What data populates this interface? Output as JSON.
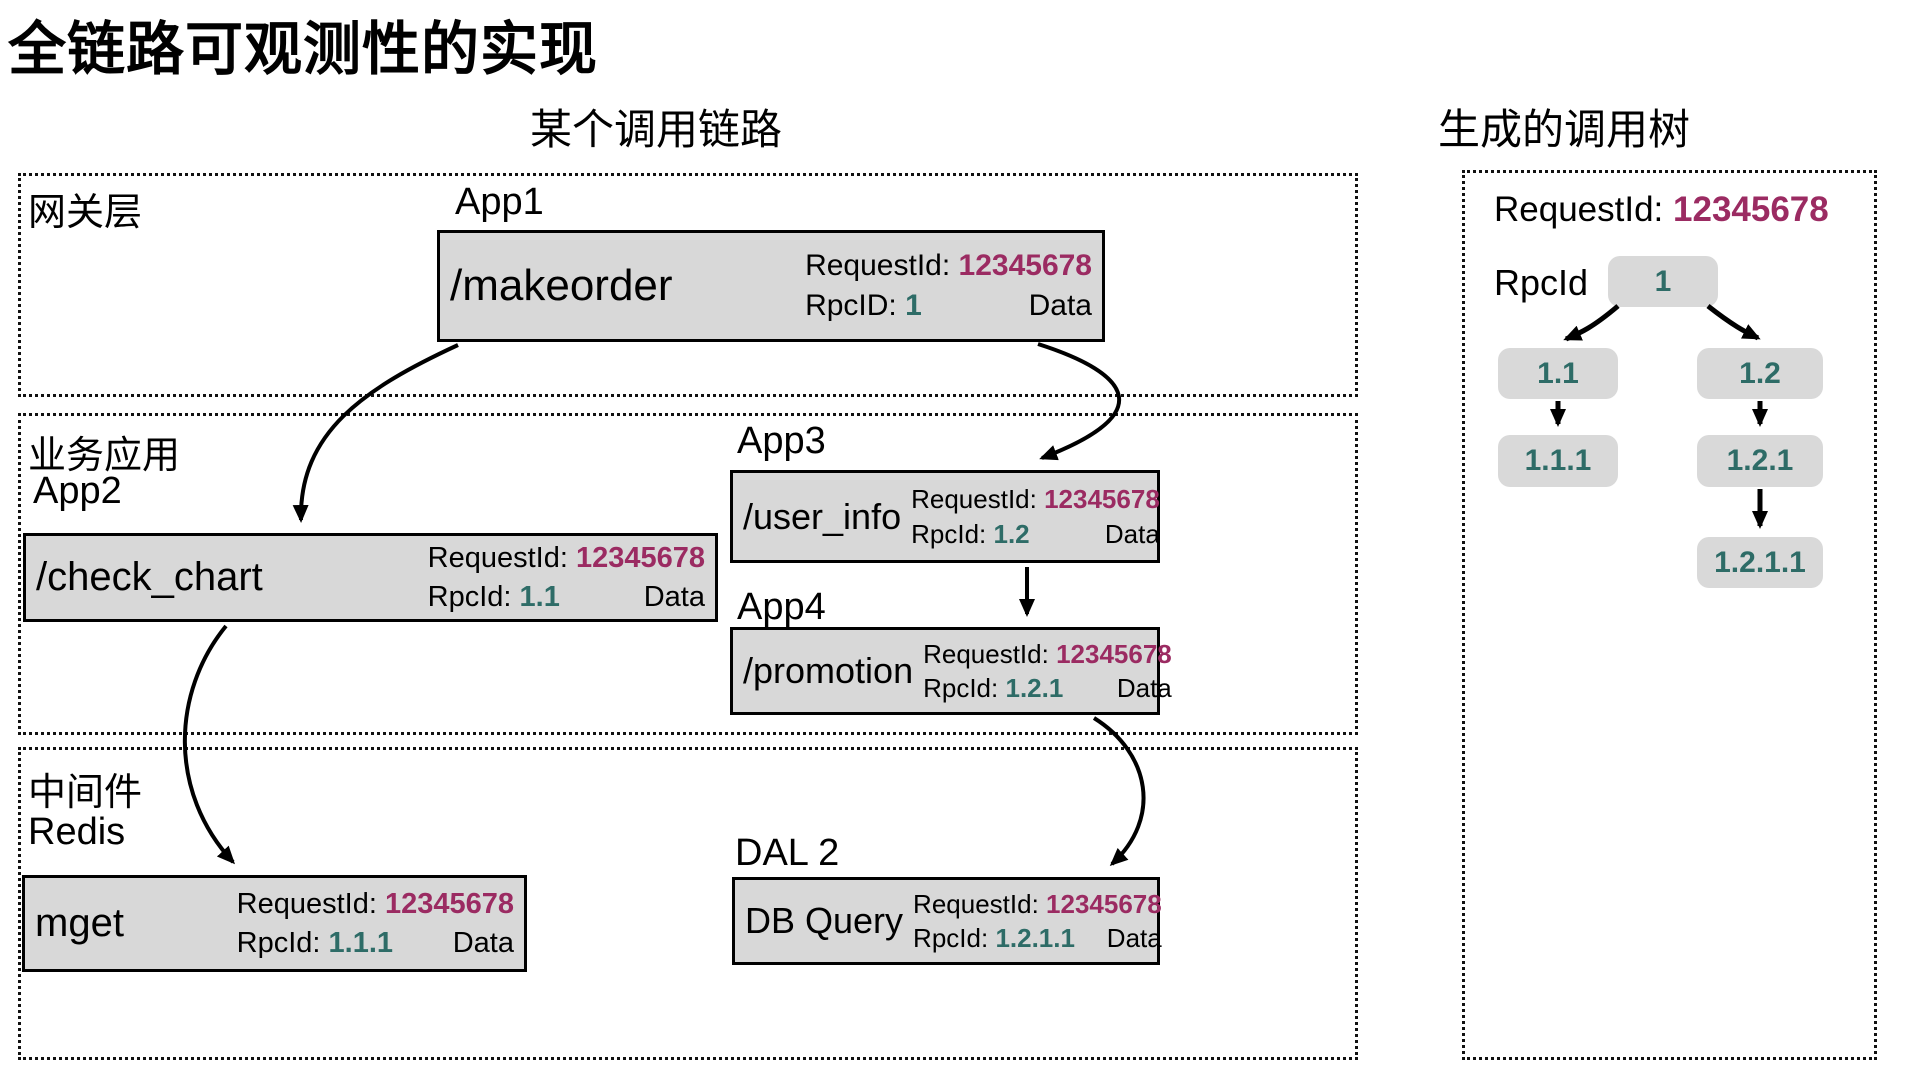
{
  "title": "全链路可观测性的实现",
  "subtitles": {
    "left": "某个调用链路",
    "right": "生成的调用树"
  },
  "layer_labels": {
    "gateway": "网关层",
    "business": "业务应用",
    "middleware": "中间件"
  },
  "app_labels": {
    "app1": "App1",
    "app2": "App2",
    "app3": "App3",
    "app4": "App4",
    "redis": "Redis",
    "dal": "DAL 2"
  },
  "boxes": {
    "app1": {
      "endpoint": "/makeorder",
      "request_label": "RequestId:",
      "request_id": "12345678",
      "rpc_label": "RpcID:",
      "rpc_id": "1",
      "data": "Data"
    },
    "app2": {
      "endpoint": "/check_chart",
      "request_label": "RequestId:",
      "request_id": "12345678",
      "rpc_label": "RpcId:",
      "rpc_id": "1.1",
      "data": "Data"
    },
    "app3": {
      "endpoint": "/user_info",
      "request_label": "RequestId:",
      "request_id": "12345678",
      "rpc_label": "RpcId:",
      "rpc_id": "1.2",
      "data": "Data"
    },
    "app4": {
      "endpoint": "/promotion",
      "request_label": "RequestId:",
      "request_id": "12345678",
      "rpc_label": "RpcId:",
      "rpc_id": "1.2.1",
      "data": "Data"
    },
    "mget": {
      "endpoint": "mget",
      "request_label": "RequestId:",
      "request_id": "12345678",
      "rpc_label": "RpcId:",
      "rpc_id": "1.1.1",
      "data": "Data"
    },
    "db": {
      "endpoint": "DB Query",
      "request_label": "RequestId:",
      "request_id": "12345678",
      "rpc_label": "RpcId:",
      "rpc_id": "1.2.1.1",
      "data": "Data"
    }
  },
  "tree": {
    "request_label": "RequestId:",
    "request_id": "12345678",
    "rpc_label": "RpcId",
    "nodes": [
      {
        "id": "1"
      },
      {
        "id": "1.1"
      },
      {
        "id": "1.2"
      },
      {
        "id": "1.1.1"
      },
      {
        "id": "1.2.1"
      },
      {
        "id": "1.2.1.1"
      }
    ]
  },
  "colors": {
    "request_id": "#9b2b62",
    "rpc_id": "#2e6c67",
    "box_fill": "#d8d8d8",
    "node_fill": "#d9d9d9"
  }
}
